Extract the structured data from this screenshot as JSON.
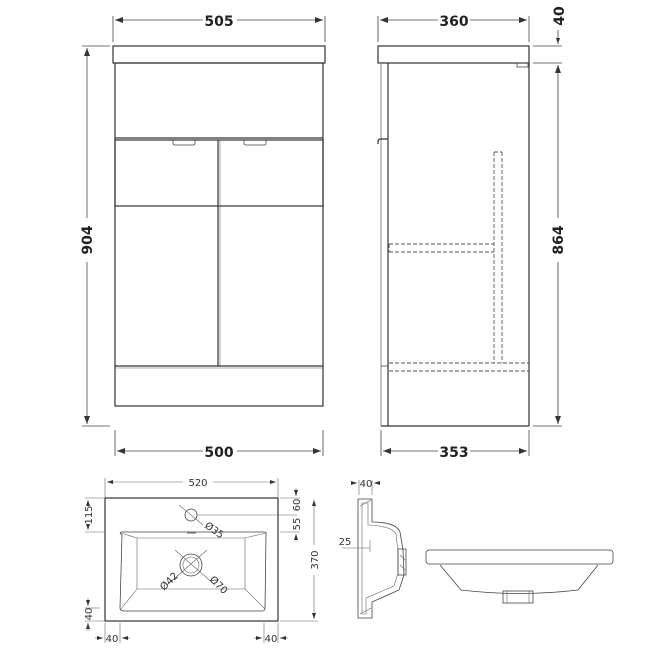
{
  "front_view": {
    "top_width": "505",
    "bottom_width": "500",
    "total_height": "904"
  },
  "side_view": {
    "top_depth": "360",
    "bottom_depth": "353",
    "top_thickness": "40",
    "cabinet_height": "864"
  },
  "basin_plan": {
    "width": "520",
    "depth": "370",
    "tap_hole_offset": "115",
    "tap_hole_diameter": "Ø35",
    "waste_inner_diameter": "Ø42",
    "waste_outer_diameter": "Ø70",
    "right_top_offset": "60",
    "right_mid_offset": "55",
    "left_bottom_margin": "40",
    "bottom_left_margin": "40",
    "bottom_right_margin": "40"
  },
  "basin_section": {
    "rim_width": "40",
    "inset": "25"
  },
  "colors": {
    "line": "#333333",
    "background": "#ffffff"
  }
}
